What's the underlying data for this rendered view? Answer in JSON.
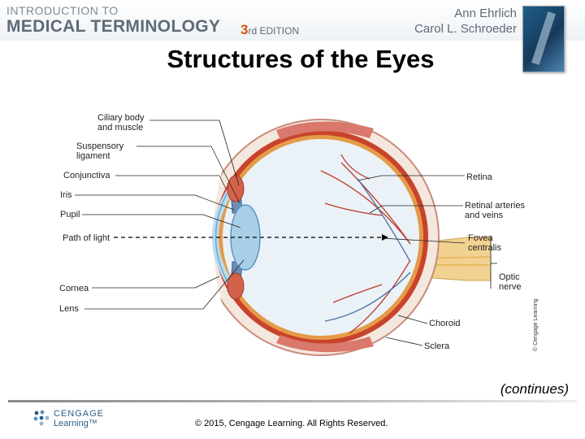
{
  "header": {
    "book_title_line1": "INTRODUCTION TO",
    "book_title_line2": "MEDICAL TERMINOLOGY",
    "edition_number": "3",
    "edition_suffix": "rd EDITION",
    "authors": [
      "Ann Ehrlich",
      "Carol L. Schroeder"
    ]
  },
  "slide": {
    "title": "Structures of the Eyes",
    "continues": "(continues)"
  },
  "diagram": {
    "labels_left": {
      "ciliary": [
        "Ciliary body",
        "and muscle"
      ],
      "suspensory": [
        "Suspensory",
        "ligament"
      ],
      "conjunctiva": "Conjunctiva",
      "iris": "Iris",
      "pupil": "Pupil",
      "path_of_light": "Path of light",
      "cornea": "Cornea",
      "lens": "Lens"
    },
    "labels_right": {
      "retina": "Retina",
      "retinal_vessels": [
        "Retinal arteries",
        "and veins"
      ],
      "fovea": [
        "Fovea",
        "centralis"
      ],
      "optic_nerve": [
        "Optic",
        "nerve"
      ],
      "choroid": "Choroid",
      "sclera": "Sclera"
    },
    "image_credit": "© Cengage Learning"
  },
  "footer": {
    "logo_line1": "CENGAGE",
    "logo_line2": "Learning™",
    "copyright": "© 2015, Cengage Learning. All Rights Reserved."
  },
  "colors": {
    "sclera_outer": "#f4e7de",
    "choroid_red": "#c8432c",
    "retina_orange": "#e59a48",
    "vitreous": "#eaf2f8",
    "lens_blue": "#a9cfe8",
    "optic_nerve": "#f2d291",
    "accent_orange": "#d35400"
  }
}
